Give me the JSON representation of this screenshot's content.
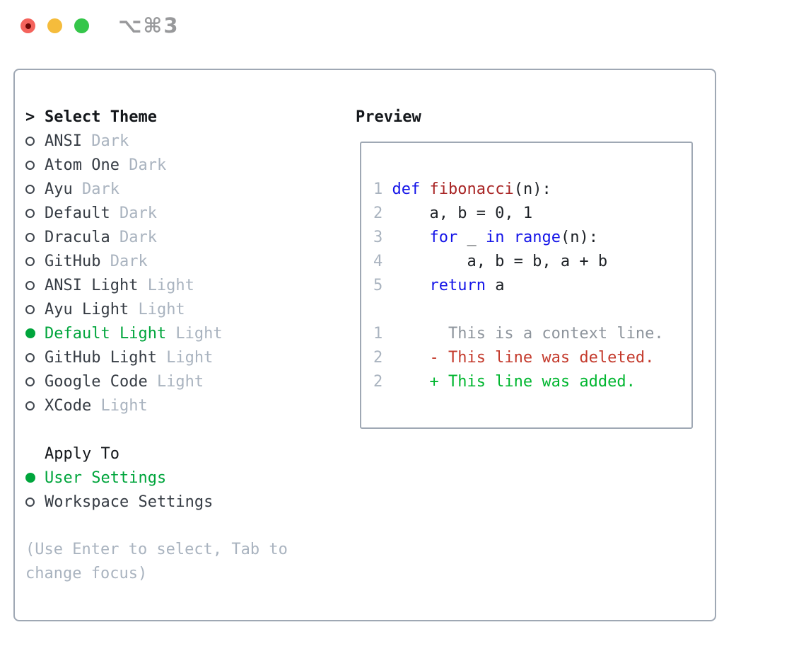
{
  "window": {
    "shortcut": "⌥⌘3"
  },
  "theme_picker": {
    "cursor": ">",
    "title": "Select Theme",
    "items": [
      {
        "label": "ANSI",
        "tag": "Dark",
        "selected": false
      },
      {
        "label": "Atom One",
        "tag": "Dark",
        "selected": false
      },
      {
        "label": "Ayu",
        "tag": "Dark",
        "selected": false
      },
      {
        "label": "Default",
        "tag": "Dark",
        "selected": false
      },
      {
        "label": "Dracula",
        "tag": "Dark",
        "selected": false
      },
      {
        "label": "GitHub",
        "tag": "Dark",
        "selected": false
      },
      {
        "label": "ANSI Light",
        "tag": "Light",
        "selected": false
      },
      {
        "label": "Ayu Light",
        "tag": "Light",
        "selected": false
      },
      {
        "label": "Default Light",
        "tag": "Light",
        "selected": true
      },
      {
        "label": "GitHub Light",
        "tag": "Light",
        "selected": false
      },
      {
        "label": "Google Code",
        "tag": "Light",
        "selected": false
      },
      {
        "label": "XCode",
        "tag": "Light",
        "selected": false
      }
    ],
    "apply_to": {
      "title": "Apply To",
      "options": [
        {
          "label": "User Settings",
          "selected": true
        },
        {
          "label": "Workspace Settings",
          "selected": false
        }
      ]
    },
    "hint": "(Use Enter to select, Tab to change focus)"
  },
  "preview": {
    "title": "Preview",
    "lines": [
      {
        "num": "1",
        "segments": [
          {
            "t": "def",
            "c": "kw"
          },
          {
            "t": " "
          },
          {
            "t": "fibonacci",
            "c": "fn"
          },
          {
            "t": "(n):"
          }
        ]
      },
      {
        "num": "2",
        "segments": [
          {
            "t": "    a, b = 0, 1"
          }
        ]
      },
      {
        "num": "3",
        "segments": [
          {
            "t": "    "
          },
          {
            "t": "for",
            "c": "kw"
          },
          {
            "t": " _ "
          },
          {
            "t": "in",
            "c": "kw"
          },
          {
            "t": " "
          },
          {
            "t": "range",
            "c": "kw"
          },
          {
            "t": "(n):"
          }
        ]
      },
      {
        "num": "4",
        "segments": [
          {
            "t": "        a, b = b, a + b"
          }
        ]
      },
      {
        "num": "5",
        "segments": [
          {
            "t": "    "
          },
          {
            "t": "return",
            "c": "kw"
          },
          {
            "t": " a"
          }
        ]
      },
      {
        "num": "",
        "segments": []
      },
      {
        "num": "1",
        "segments": [
          {
            "t": "      This is a context line.",
            "c": "ctx"
          }
        ]
      },
      {
        "num": "2",
        "segments": [
          {
            "t": "    "
          },
          {
            "t": "- This line was deleted.",
            "c": "del"
          }
        ]
      },
      {
        "num": "2",
        "segments": [
          {
            "t": "    "
          },
          {
            "t": "+ This line was added.",
            "c": "add"
          }
        ]
      }
    ]
  },
  "colors": {
    "selected_green": "#00a53c",
    "keyword_blue": "#1414e8",
    "function_red": "#a82424",
    "deleted_red": "#c43a2c",
    "added_green": "#00b62f",
    "panel_border": "#9fa8b4",
    "muted_gray": "#a9b3bf",
    "traffic_red": "#f4635c",
    "traffic_yellow": "#f5bc3c",
    "traffic_green": "#35c64a"
  }
}
